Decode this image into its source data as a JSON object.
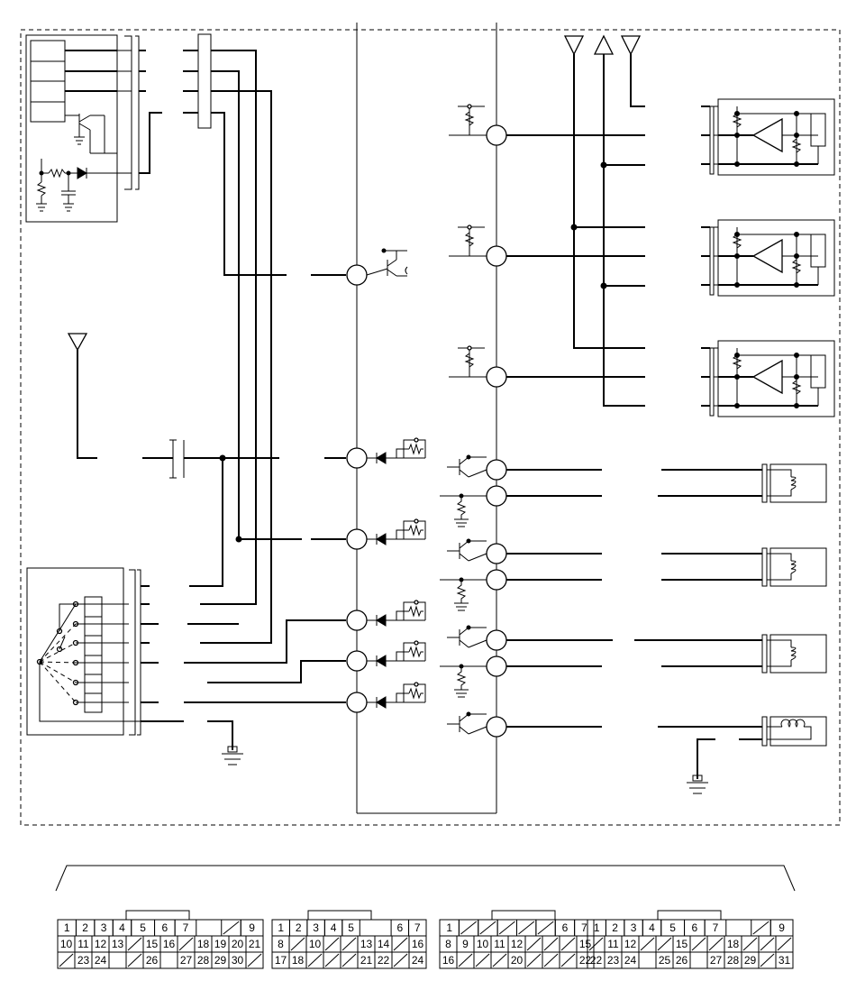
{
  "connectors": [
    {
      "rows": [
        [
          "1",
          "2",
          "3",
          "4",
          "5",
          "6",
          "7",
          "",
          "/",
          "9"
        ],
        [
          "10",
          "11",
          "12",
          "13",
          "/",
          "15",
          "16",
          "/",
          "18",
          "19",
          "20",
          "21"
        ],
        [
          "/",
          "23",
          "24",
          "",
          "/",
          "26",
          "",
          "27",
          "28",
          "29",
          "30",
          "/"
        ]
      ]
    },
    {
      "rows": [
        [
          "1",
          "2",
          "3",
          "4",
          "5",
          "",
          "6",
          "7"
        ],
        [
          "8",
          "/",
          "10",
          "/",
          "/",
          "13",
          "14",
          "/",
          "16"
        ],
        [
          "17",
          "18",
          "/",
          "/",
          "/",
          "21",
          "22",
          "/",
          "24"
        ]
      ]
    },
    {
      "rows": [
        [
          "1",
          "/",
          "/",
          "/",
          "/",
          "/",
          "6",
          "7"
        ],
        [
          "8",
          "9",
          "10",
          "11",
          "12",
          "/",
          "/",
          "/",
          "15"
        ],
        [
          "16",
          "/",
          "/",
          "/",
          "20",
          "/",
          "/",
          "/",
          "22"
        ]
      ]
    },
    {
      "rows": [
        [
          "1",
          "2",
          "3",
          "4",
          "5",
          "6",
          "7",
          "",
          "/",
          "9"
        ],
        [
          "/",
          "11",
          "12",
          "/",
          "/",
          "15",
          "/",
          "/",
          "18",
          "/",
          "/",
          "/"
        ],
        [
          "22",
          "23",
          "24",
          "",
          "25",
          "26",
          "",
          "27",
          "28",
          "29",
          "/",
          "31"
        ]
      ]
    }
  ]
}
